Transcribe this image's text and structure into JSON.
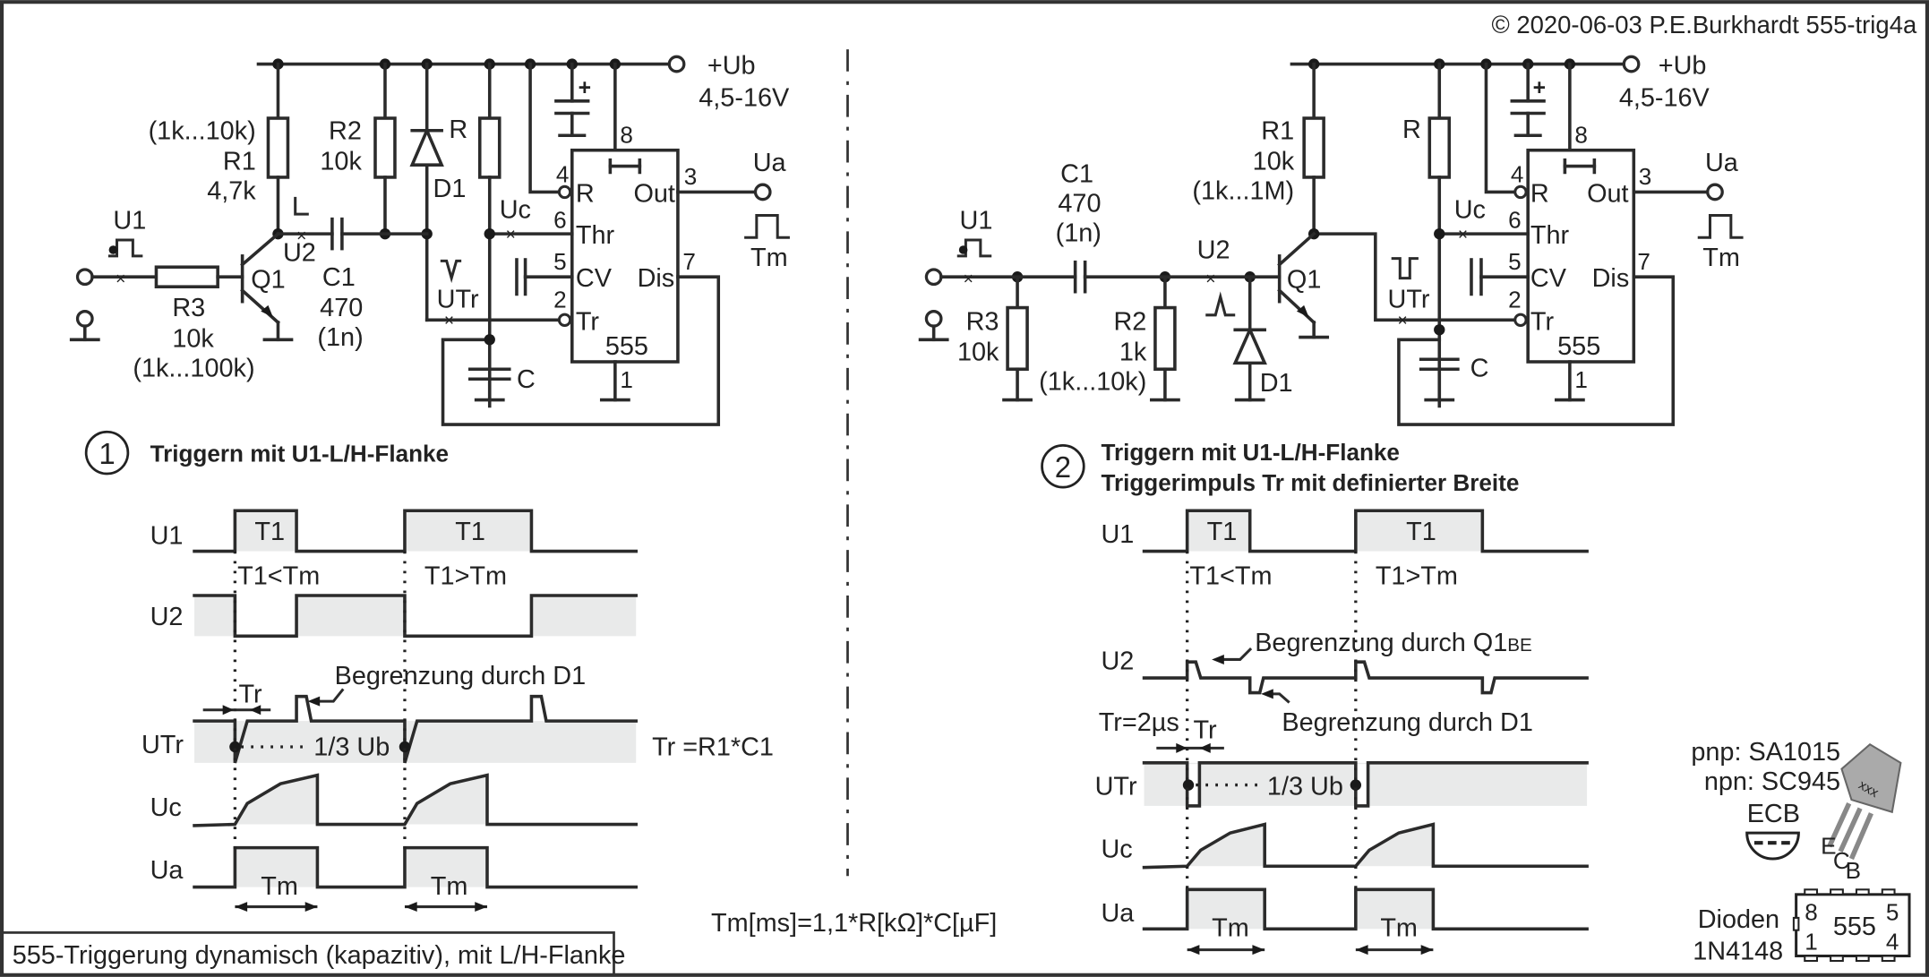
{
  "copyright": "© 2020-06-03 P.E.Burkhardt 555-trig4a",
  "caption": "555-Triggerung dynamisch (kapazitiv), mit L/H-Flanke",
  "formula": "Tm[ms]=1,1*R[kΩ]*C[µF]",
  "supply": {
    "label": "+Ub",
    "range": "4,5-16V"
  },
  "ic": {
    "name": "555",
    "pins": {
      "p8": "8",
      "p4": "4",
      "p6": "6",
      "p5": "5",
      "p2": "2",
      "p1": "1",
      "p3": "3",
      "p7": "7"
    },
    "pin_names": {
      "R": "R",
      "Thr": "Thr",
      "CV": "CV",
      "Tr": "Tr",
      "Out": "Out",
      "Dis": "Dis"
    }
  },
  "circuit1": {
    "number": "1",
    "title": "Triggern  mit U1-L/H-Flanke",
    "R1": {
      "name": "R1",
      "value": "4,7k",
      "range": "(1k...10k)"
    },
    "R2": {
      "name": "R2",
      "value": "10k"
    },
    "R3": {
      "name": "R3",
      "value": "10k",
      "range": "(1k...100k)"
    },
    "C1": {
      "name": "C1",
      "value": "470",
      "alt": "(1n)"
    },
    "D1": "D1",
    "R": "R",
    "C": "C",
    "Q1": "Q1",
    "U1": "U1",
    "U2": "U2",
    "Uc": "Uc",
    "UTr": "UTr",
    "Ua": "Ua",
    "Tm": "Tm"
  },
  "circuit2": {
    "number": "2",
    "title_line1": "Triggern mit U1-L/H-Flanke",
    "title_line2": "Triggerimpuls Tr mit definierter Breite",
    "R1": {
      "name": "R1",
      "value": "10k",
      "range": "(1k...1M)"
    },
    "R2": {
      "name": "R2",
      "value": "1k",
      "range": "(1k...10k)"
    },
    "R3": {
      "name": "R3",
      "value": "10k"
    },
    "C1": {
      "name": "C1",
      "value": "470",
      "alt": "(1n)"
    },
    "D1": "D1",
    "R": "R",
    "C": "C",
    "Q1": "Q1",
    "U1": "U1",
    "U2": "U2",
    "Uc": "Uc",
    "UTr": "UTr",
    "Ua": "Ua",
    "Tm": "Tm"
  },
  "timing1": {
    "signals": [
      "U1",
      "U2",
      "UTr",
      "Uc",
      "Ua"
    ],
    "T1": "T1",
    "case_short": "T1<Tm",
    "case_long": "T1>Tm",
    "Tr": "Tr",
    "threshold": "1/3 Ub",
    "limit_note": "Begrenzung durch D1",
    "Tr_formula": "Tr =R1*C1",
    "Tm": "Tm"
  },
  "timing2": {
    "signals": [
      "U1",
      "U2",
      "UTr",
      "Uc",
      "Ua"
    ],
    "T1": "T1",
    "case_short": "T1<Tm",
    "case_long": "T1>Tm",
    "Tr": "Tr",
    "Tr_value": "Tr=2µs",
    "threshold": "1/3 Ub",
    "limit_note_q1": "Begrenzung durch Q1",
    "limit_note_q1_sub": "BE",
    "limit_note_d1": "Begrenzung durch D1",
    "Tm": "Tm"
  },
  "parts": {
    "pnp": "pnp: SA1015",
    "npn": "npn: SC945",
    "pinout": "ECB",
    "pin_E": "E",
    "pin_C": "C",
    "pin_B": "B",
    "case_mark": "xxx",
    "diodes_label": "Dioden",
    "diodes_type": "1N4148",
    "dip": {
      "name": "555",
      "p8": "8",
      "p1": "1",
      "p5": "5",
      "p4": "4"
    }
  }
}
